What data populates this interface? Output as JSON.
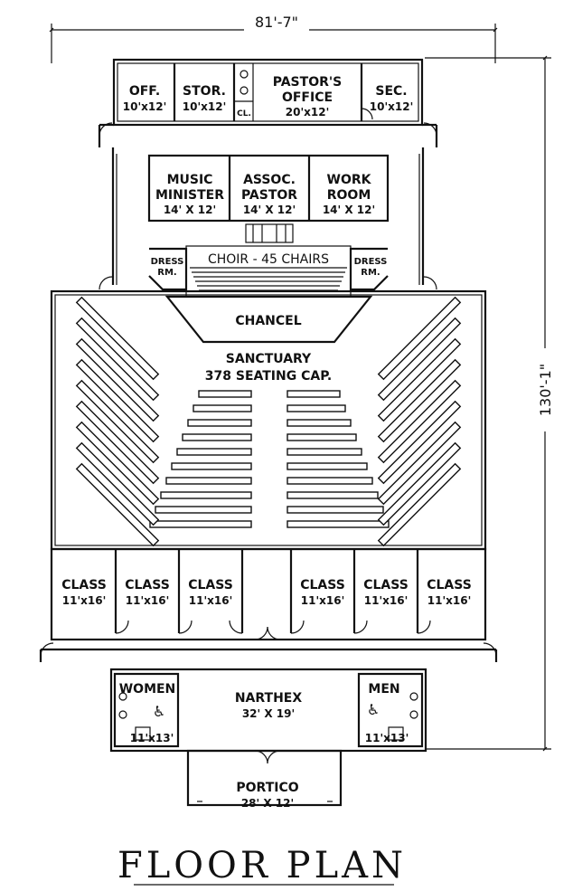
{
  "dimensions": {
    "width": "81'-7\"",
    "height": "130'-1\""
  },
  "rooms": {
    "office": {
      "name": "OFF.",
      "size": "10'x12'"
    },
    "storage": {
      "name": "STOR.",
      "size": "10'x12'"
    },
    "closet": {
      "name": "CL."
    },
    "pastors_office": {
      "name_line1": "PASTOR'S",
      "name_line2": "OFFICE",
      "size": "20'x12'"
    },
    "secretary": {
      "name": "SEC.",
      "size": "10'x12'"
    },
    "music_minister": {
      "name_line1": "MUSIC",
      "name_line2": "MINISTER",
      "size": "14' X 12'"
    },
    "assoc_pastor": {
      "name_line1": "ASSOC.",
      "name_line2": "PASTOR",
      "size": "14' X 12'"
    },
    "work_room": {
      "name_line1": "WORK",
      "name_line2": "ROOM",
      "size": "14' X 12'"
    },
    "dress_left": {
      "name_line1": "DRESS",
      "name_line2": "RM."
    },
    "dress_right": {
      "name_line1": "DRESS",
      "name_line2": "RM."
    },
    "choir": {
      "name": "CHOIR - 45 CHAIRS"
    },
    "chancel": {
      "name": "CHANCEL"
    },
    "sanctuary": {
      "name": "SANCTUARY",
      "capacity": "378 SEATING CAP."
    },
    "classrooms": [
      {
        "name": "CLASS",
        "size": "11'x16'"
      },
      {
        "name": "CLASS",
        "size": "11'x16'"
      },
      {
        "name": "CLASS",
        "size": "11'x16'"
      },
      {
        "name": "CLASS",
        "size": "11'x16'"
      },
      {
        "name": "CLASS",
        "size": "11'x16'"
      },
      {
        "name": "CLASS",
        "size": "11'x16'"
      }
    ],
    "women": {
      "name": "WOMEN",
      "size": "11'x13'"
    },
    "men": {
      "name": "MEN",
      "size": "11'x13'"
    },
    "narthex": {
      "name": "NARTHEX",
      "size": "32' X 19'"
    },
    "portico": {
      "name": "PORTICO",
      "size": "28' X 12'"
    }
  },
  "icons": {
    "accessible": "wheelchair-icon"
  },
  "plan_title": "FLOOR PLAN"
}
